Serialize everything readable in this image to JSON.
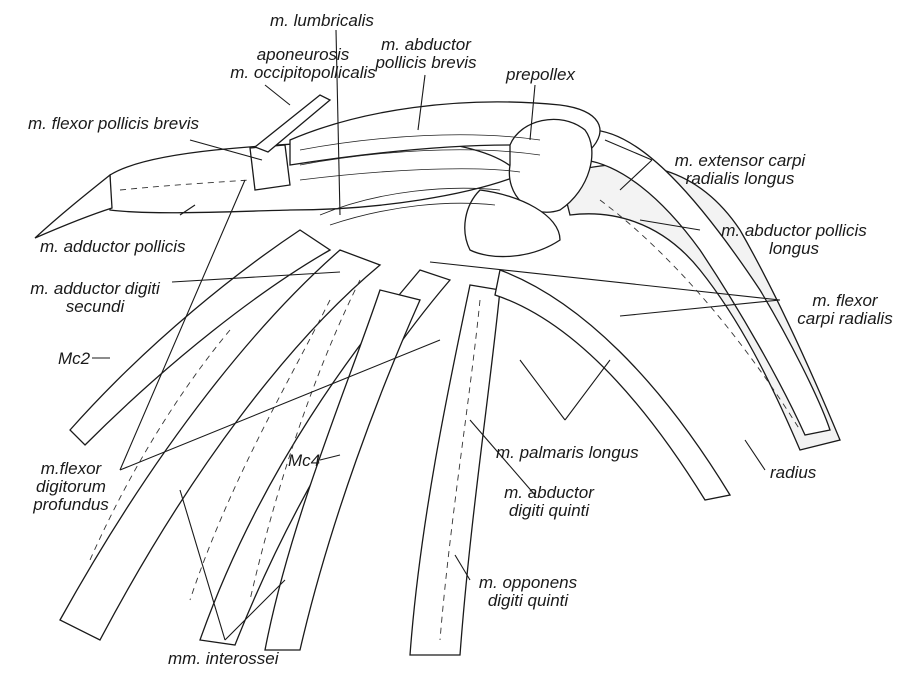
{
  "labels": {
    "lumbricalis": "m. lumbricalis",
    "abductor_pollicis_brevis_1": "m. abductor",
    "abductor_pollicis_brevis_2": "pollicis brevis",
    "aponeurosis_1": "aponeurosis",
    "aponeurosis_2": "m. occipitopollicalis",
    "prepollex": "prepollex",
    "flexor_pollicis_brevis": "m. flexor pollicis brevis",
    "extensor_carpi_1": "m. extensor carpi",
    "extensor_carpi_2": "radialis longus",
    "adductor_pollicis": "m. adductor pollicis",
    "abductor_pollicis_longus_1": "m. abductor pollicis",
    "abductor_pollicis_longus_2": "longus",
    "adductor_digiti_1": "m. adductor digiti",
    "adductor_digiti_2": "secundi",
    "flexor_carpi_1": "m. flexor",
    "flexor_carpi_2": "carpi radialis",
    "mc2": "Mc2",
    "mc4": "Mc4",
    "palmaris_longus": "m. palmaris longus",
    "radius": "radius",
    "flexor_digitorum_1": "m.flexor",
    "flexor_digitorum_2": "digitorum",
    "flexor_digitorum_3": "profundus",
    "abductor_digiti_quinti_1": "m. abductor",
    "abductor_digiti_quinti_2": "digiti quinti",
    "opponens_1": "m. opponens",
    "opponens_2": "digiti quinti",
    "interossei": "mm. interossei"
  }
}
